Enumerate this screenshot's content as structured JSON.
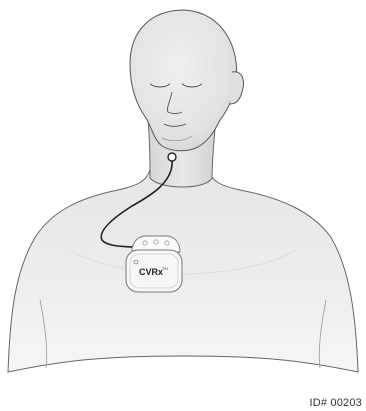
{
  "device": {
    "brand_label": "CVRx",
    "trademark": "TM"
  },
  "footer": {
    "id_text": "ID# 00203"
  },
  "colors": {
    "skin_fill": "#ececec",
    "skin_shadow": "#d9d9d9",
    "outline": "#555555",
    "lead_wire": "#222222",
    "device_body": "#f7f7f7"
  }
}
